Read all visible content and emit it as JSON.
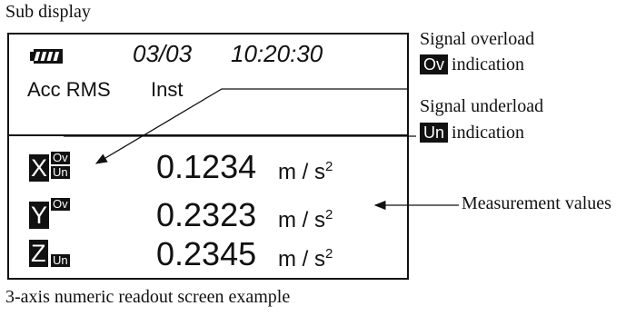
{
  "captions": {
    "top": "Sub display",
    "bottom": "3-axis numeric readout screen example"
  },
  "lcd": {
    "battery_icon": "battery-full-icon",
    "date": "03/03",
    "time": "10:20:30",
    "mode": "Acc RMS",
    "mode_detail": "Inst",
    "rows": [
      {
        "axis": "X",
        "badges": [
          "Ov",
          "Un"
        ],
        "value": "0.1234",
        "unit": "m / s",
        "unit_exp": "2"
      },
      {
        "axis": "Y",
        "badges": [
          "Ov"
        ],
        "value": "0.2323",
        "unit": "m / s",
        "unit_exp": "2"
      },
      {
        "axis": "Z",
        "badges": [
          "Un"
        ],
        "value": "0.2345",
        "unit": "m / s",
        "unit_exp": "2"
      }
    ]
  },
  "callouts": {
    "overload_line1": "Signal overload",
    "overload_badge": "Ov",
    "overload_line2": "indication",
    "underload_line1": "Signal underload",
    "underload_badge": "Un",
    "underload_line2": "indication",
    "measurement": "Measurement values"
  }
}
